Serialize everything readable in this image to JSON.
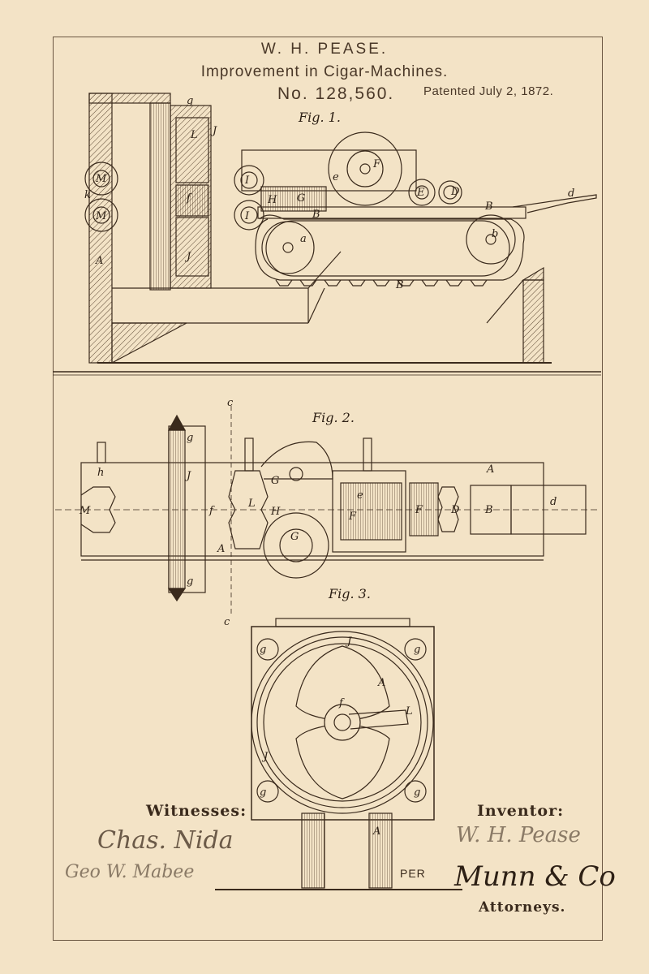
{
  "patent": {
    "inventor_name": "W. H. PEASE.",
    "title": "Improvement in Cigar-Machines.",
    "number": "No. 128,560.",
    "date": "Patented July 2, 1872."
  },
  "figures": {
    "fig1_label": "Fig. 1.",
    "fig2_label": "Fig. 2.",
    "fig3_label": "Fig. 3."
  },
  "fig1_letters": {
    "g": "g",
    "L": "L",
    "J": "J",
    "J2": "J",
    "M1": "M",
    "M2": "M",
    "k": "k",
    "f": "f",
    "A": "A",
    "I1": "I",
    "I2": "I",
    "H": "H",
    "G": "G",
    "F": "F",
    "e": "e",
    "E": "E",
    "D": "D",
    "B1": "B",
    "B2": "B",
    "B3": "B",
    "d": "d",
    "a": "a",
    "b": "b"
  },
  "fig2_letters": {
    "c_top": "c",
    "c_bot": "c",
    "g1": "g",
    "g2": "g",
    "J": "J",
    "M": "M",
    "h": "h",
    "f": "f",
    "A1": "A",
    "G1": "G",
    "H": "H",
    "G2": "G",
    "L": "L",
    "A2": "A",
    "e": "e",
    "F1": "F",
    "F2": "F",
    "D": "D",
    "B": "B",
    "d": "d"
  },
  "fig3_letters": {
    "J1": "J",
    "J2": "J",
    "g1": "g",
    "g2": "g",
    "g3": "g",
    "g4": "g",
    "f": "f",
    "A1": "A",
    "A2": "A",
    "L": "L"
  },
  "signatures": {
    "witnesses_label": "Witnesses:",
    "witness1": "Chas. Nida",
    "witness2": "Geo W. Mabee",
    "inventor_label": "Inventor:",
    "inventor": "W. H. Pease",
    "per": "PER",
    "attorneys_signature": "Munn & Co",
    "attorneys_label": "Attorneys."
  },
  "colors": {
    "paper": "#f3e3c6",
    "ink": "#3a2a1c"
  }
}
